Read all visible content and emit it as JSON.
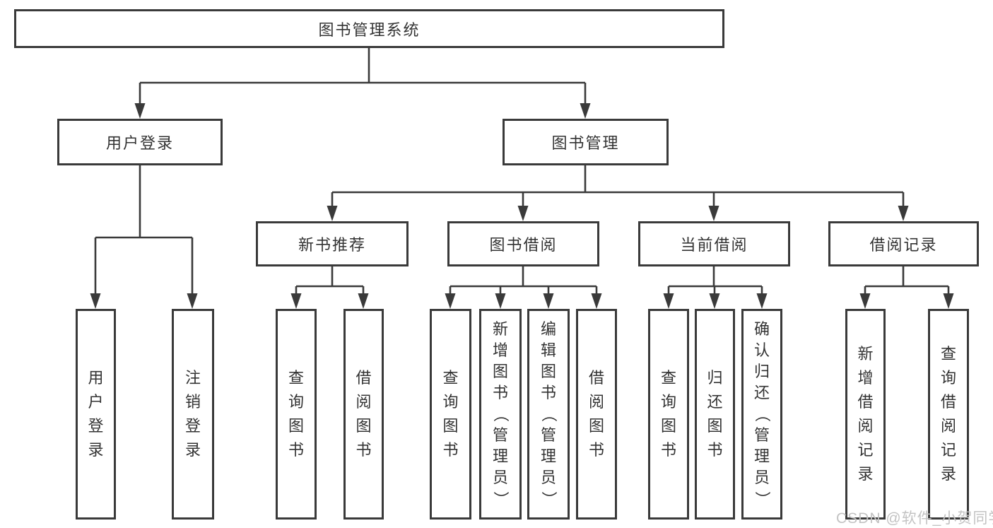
{
  "diagram_title": "图书管理系统",
  "root": {
    "label": "图书管理系统"
  },
  "level2": [
    {
      "label": "用户登录"
    },
    {
      "label": "图书管理"
    }
  ],
  "groups": [
    {
      "label": "新书推荐"
    },
    {
      "label": "图书借阅"
    },
    {
      "label": "当前借阅"
    },
    {
      "label": "借阅记录"
    }
  ],
  "leaves": {
    "login": [
      {
        "label": "用户登录"
      },
      {
        "label": "注销登录"
      }
    ],
    "recommend": [
      {
        "label": "查询图书"
      },
      {
        "label": "借阅图书"
      }
    ],
    "borrow": [
      {
        "label": "查询图书"
      },
      {
        "label": "新增图书（管理员）"
      },
      {
        "label": "编辑图书（管理员）"
      },
      {
        "label": "借阅图书"
      }
    ],
    "current": [
      {
        "label": "查询图书"
      },
      {
        "label": "归还图书"
      },
      {
        "label": "确认归还（管理员）"
      }
    ],
    "records": [
      {
        "label": "新增借阅记录"
      },
      {
        "label": "查询借阅记录"
      }
    ]
  },
  "watermark": {
    "text": "CSDN @软件_小贺同学"
  },
  "colors": {
    "line": "#3a3a3a",
    "box_border": "#3a3a3a",
    "text": "#333333",
    "watermark": "#c3c3c3",
    "background": "#ffffff"
  }
}
